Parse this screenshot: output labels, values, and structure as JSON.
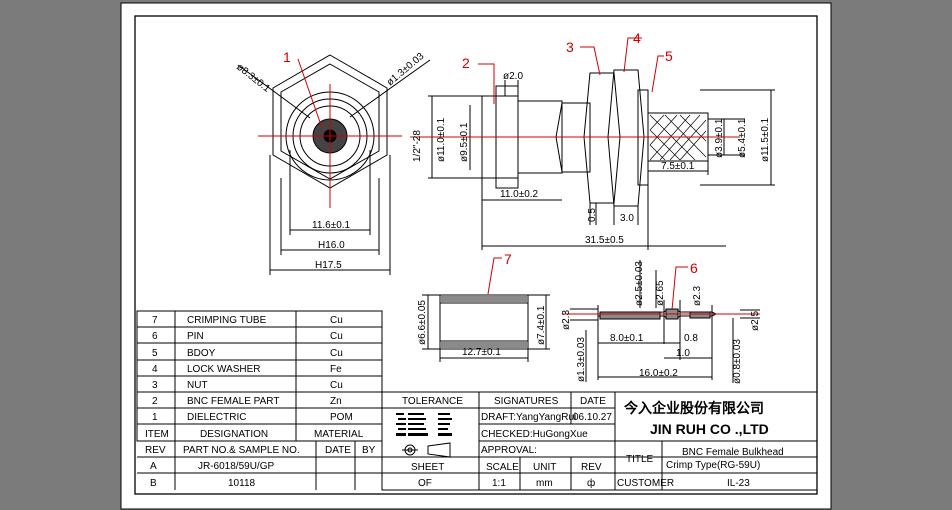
{
  "callouts": [
    "1",
    "2",
    "3",
    "4",
    "5",
    "6",
    "7"
  ],
  "dimensions": {
    "d_hex": "ø8.3±0.1",
    "d_pin": "ø1.3±0.03",
    "flat_11_6": "11.6±0.1",
    "h16": "H16.0",
    "h17_5": "H17.5",
    "d_2_0": "ø2.0",
    "thread": "1/2\"-28",
    "d_11_0": "ø11.0±0.1",
    "d_9_5": "ø9.5±0.1",
    "len_11_0": "11.0±0.2",
    "len_31_5": "31.5±0.5",
    "len_7_5": "7.5±0.1",
    "d_3_9": "ø3.9±0.1",
    "d_5_4": "ø5.4±0.1",
    "d_11_5": "ø11.5±0.1",
    "len_0_5": "0.5",
    "len_3_0": "3.0",
    "tube_d": "ø6.6±0.05",
    "tube_d2": "ø7.4±0.1",
    "tube_len": "12.7±0.1",
    "pin_d2_3": "ø2.3",
    "pin_d2_5": "ø2.5±0.03",
    "pin_d2_65": "ø2.65",
    "pin_d2_3b": "ø2.3",
    "pin_d2_5b": "ø2.5",
    "pin_len_8": "8.0±0.1",
    "pin_0_8": "0.8",
    "pin_1_0": "1.0",
    "pin_16": "16.0±0.2",
    "pin_d1_3": "ø1.3±0.03",
    "pin_d0_8": "ø0.8±0.03"
  },
  "bom": [
    {
      "item": "7",
      "name": "CRIMPING TUBE",
      "material": "Cu"
    },
    {
      "item": "6",
      "name": "PIN",
      "material": "Cu"
    },
    {
      "item": "5",
      "name": "BDOY",
      "material": "Cu"
    },
    {
      "item": "4",
      "name": "LOCK WASHER",
      "material": "Fe"
    },
    {
      "item": "3",
      "name": "NUT",
      "material": "Cu"
    },
    {
      "item": "2",
      "name": "BNC FEMALE PART",
      "material": "Zn"
    },
    {
      "item": "1",
      "name": "DIELECTRIC",
      "material": "POM"
    }
  ],
  "bom_header": {
    "item": "ITEM",
    "name": "DESIGNATION",
    "material": "MATERIAL"
  },
  "rev_header": {
    "rev": "REV",
    "part": "PART NO.& SAMPLE NO.",
    "date": "DATE",
    "by": "BY"
  },
  "rev_rows": [
    {
      "rev": "A",
      "part": "JR-6018/59U/GP"
    },
    {
      "rev": "B",
      "part": "10118"
    }
  ],
  "titleblock": {
    "tolerance": "TOLERANCE",
    "signatures": "SIGNATURES",
    "date_label": "DATE",
    "draft": "DRAFT:YangYangRui",
    "draft_date": "06.10.27",
    "checked": "CHECKED:HuGongXue",
    "approval": "APPROVAL:",
    "company_cn": "今入企业股份有限公司",
    "company_en": "JIN  RUH  CO .,LTD",
    "sheet": "SHEET",
    "of": "OF",
    "scale": "SCALE",
    "scale_val": "1:1",
    "unit": "UNIT",
    "unit_val": "mm",
    "rev": "REV",
    "rev_val": "ф",
    "title_label": "TITLE",
    "title_line1": "BNC Female Bulkhead",
    "title_line2": "Crimp Type(RG-59U)",
    "customer": "CUSTOMER",
    "drawing_no": "IL-23"
  }
}
